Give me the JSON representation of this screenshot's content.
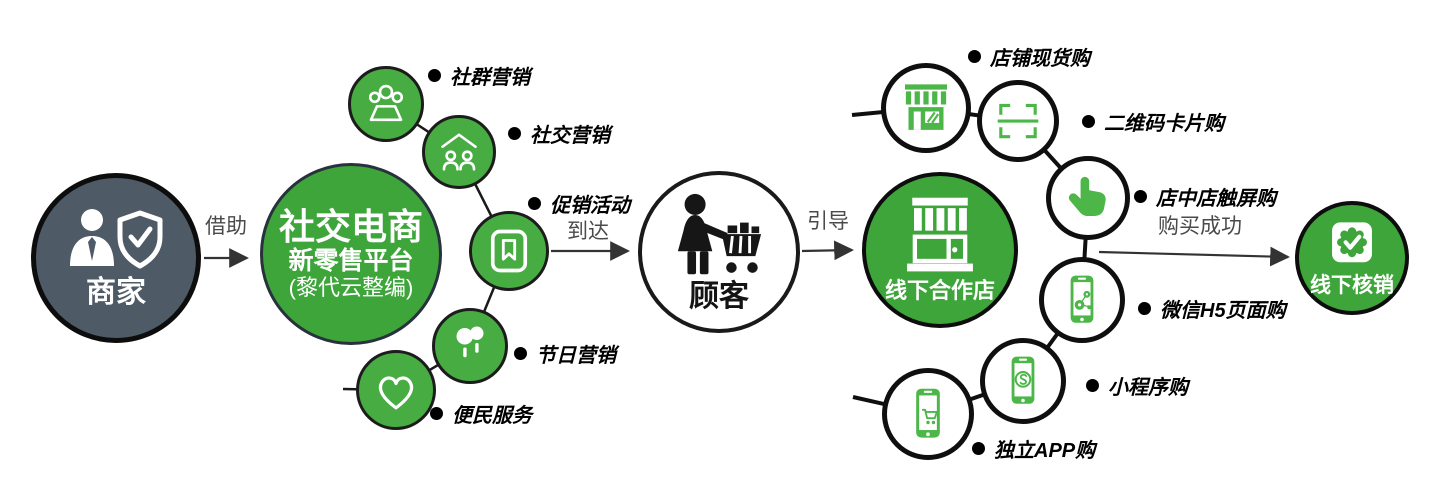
{
  "diagram": {
    "title_implied": "social-ecommerce-flow",
    "colors": {
      "green_main": "#3EA53B",
      "green_satellite": "#47AC42",
      "green_icon": "#4CB648",
      "dark_slate": "#4E5A66",
      "line_black": "#1a1a1a",
      "arrow_gray": "#4a4a4a"
    },
    "nodes": {
      "merchant": {
        "label": "商家",
        "icon": "businessman-shield-check-icon"
      },
      "platform": {
        "title": "社交电商",
        "subtitle": "新零售平台",
        "note": "(黎代云整编)"
      },
      "customer": {
        "label": "顾客",
        "icon": "woman-shopping-cart-icon"
      },
      "store": {
        "label": "线下合作店",
        "icon": "storefront-icon"
      },
      "verify": {
        "label": "线下核销",
        "icon": "badge-check-icon"
      }
    },
    "arrows": {
      "jiezhu": "借助",
      "daoda": "到达",
      "yindao": "引导",
      "goumai_chenggong": "购买成功"
    },
    "marketing_items": [
      {
        "label": "社群营销",
        "icon": "people-group-icon"
      },
      {
        "label": "社交营销",
        "icon": "house-people-icon"
      },
      {
        "label": "促销活动",
        "icon": "bookmark-icon"
      },
      {
        "label": "节日营销",
        "icon": "balloons-icon"
      },
      {
        "label": "便民服务",
        "icon": "heart-icon"
      }
    ],
    "purchase_channels": [
      {
        "label": "店铺现货购",
        "icon": "shop-awning-icon"
      },
      {
        "label": "二维码卡片购",
        "icon": "qr-scan-icon"
      },
      {
        "label": "店中店触屏购",
        "icon": "touch-hand-icon"
      },
      {
        "label": "微信H5页面购",
        "icon": "phone-wechat-h5-icon"
      },
      {
        "label": "小程序购",
        "icon": "phone-mini-program-icon"
      },
      {
        "label": "独立APP购",
        "icon": "phone-cart-icon"
      }
    ]
  }
}
